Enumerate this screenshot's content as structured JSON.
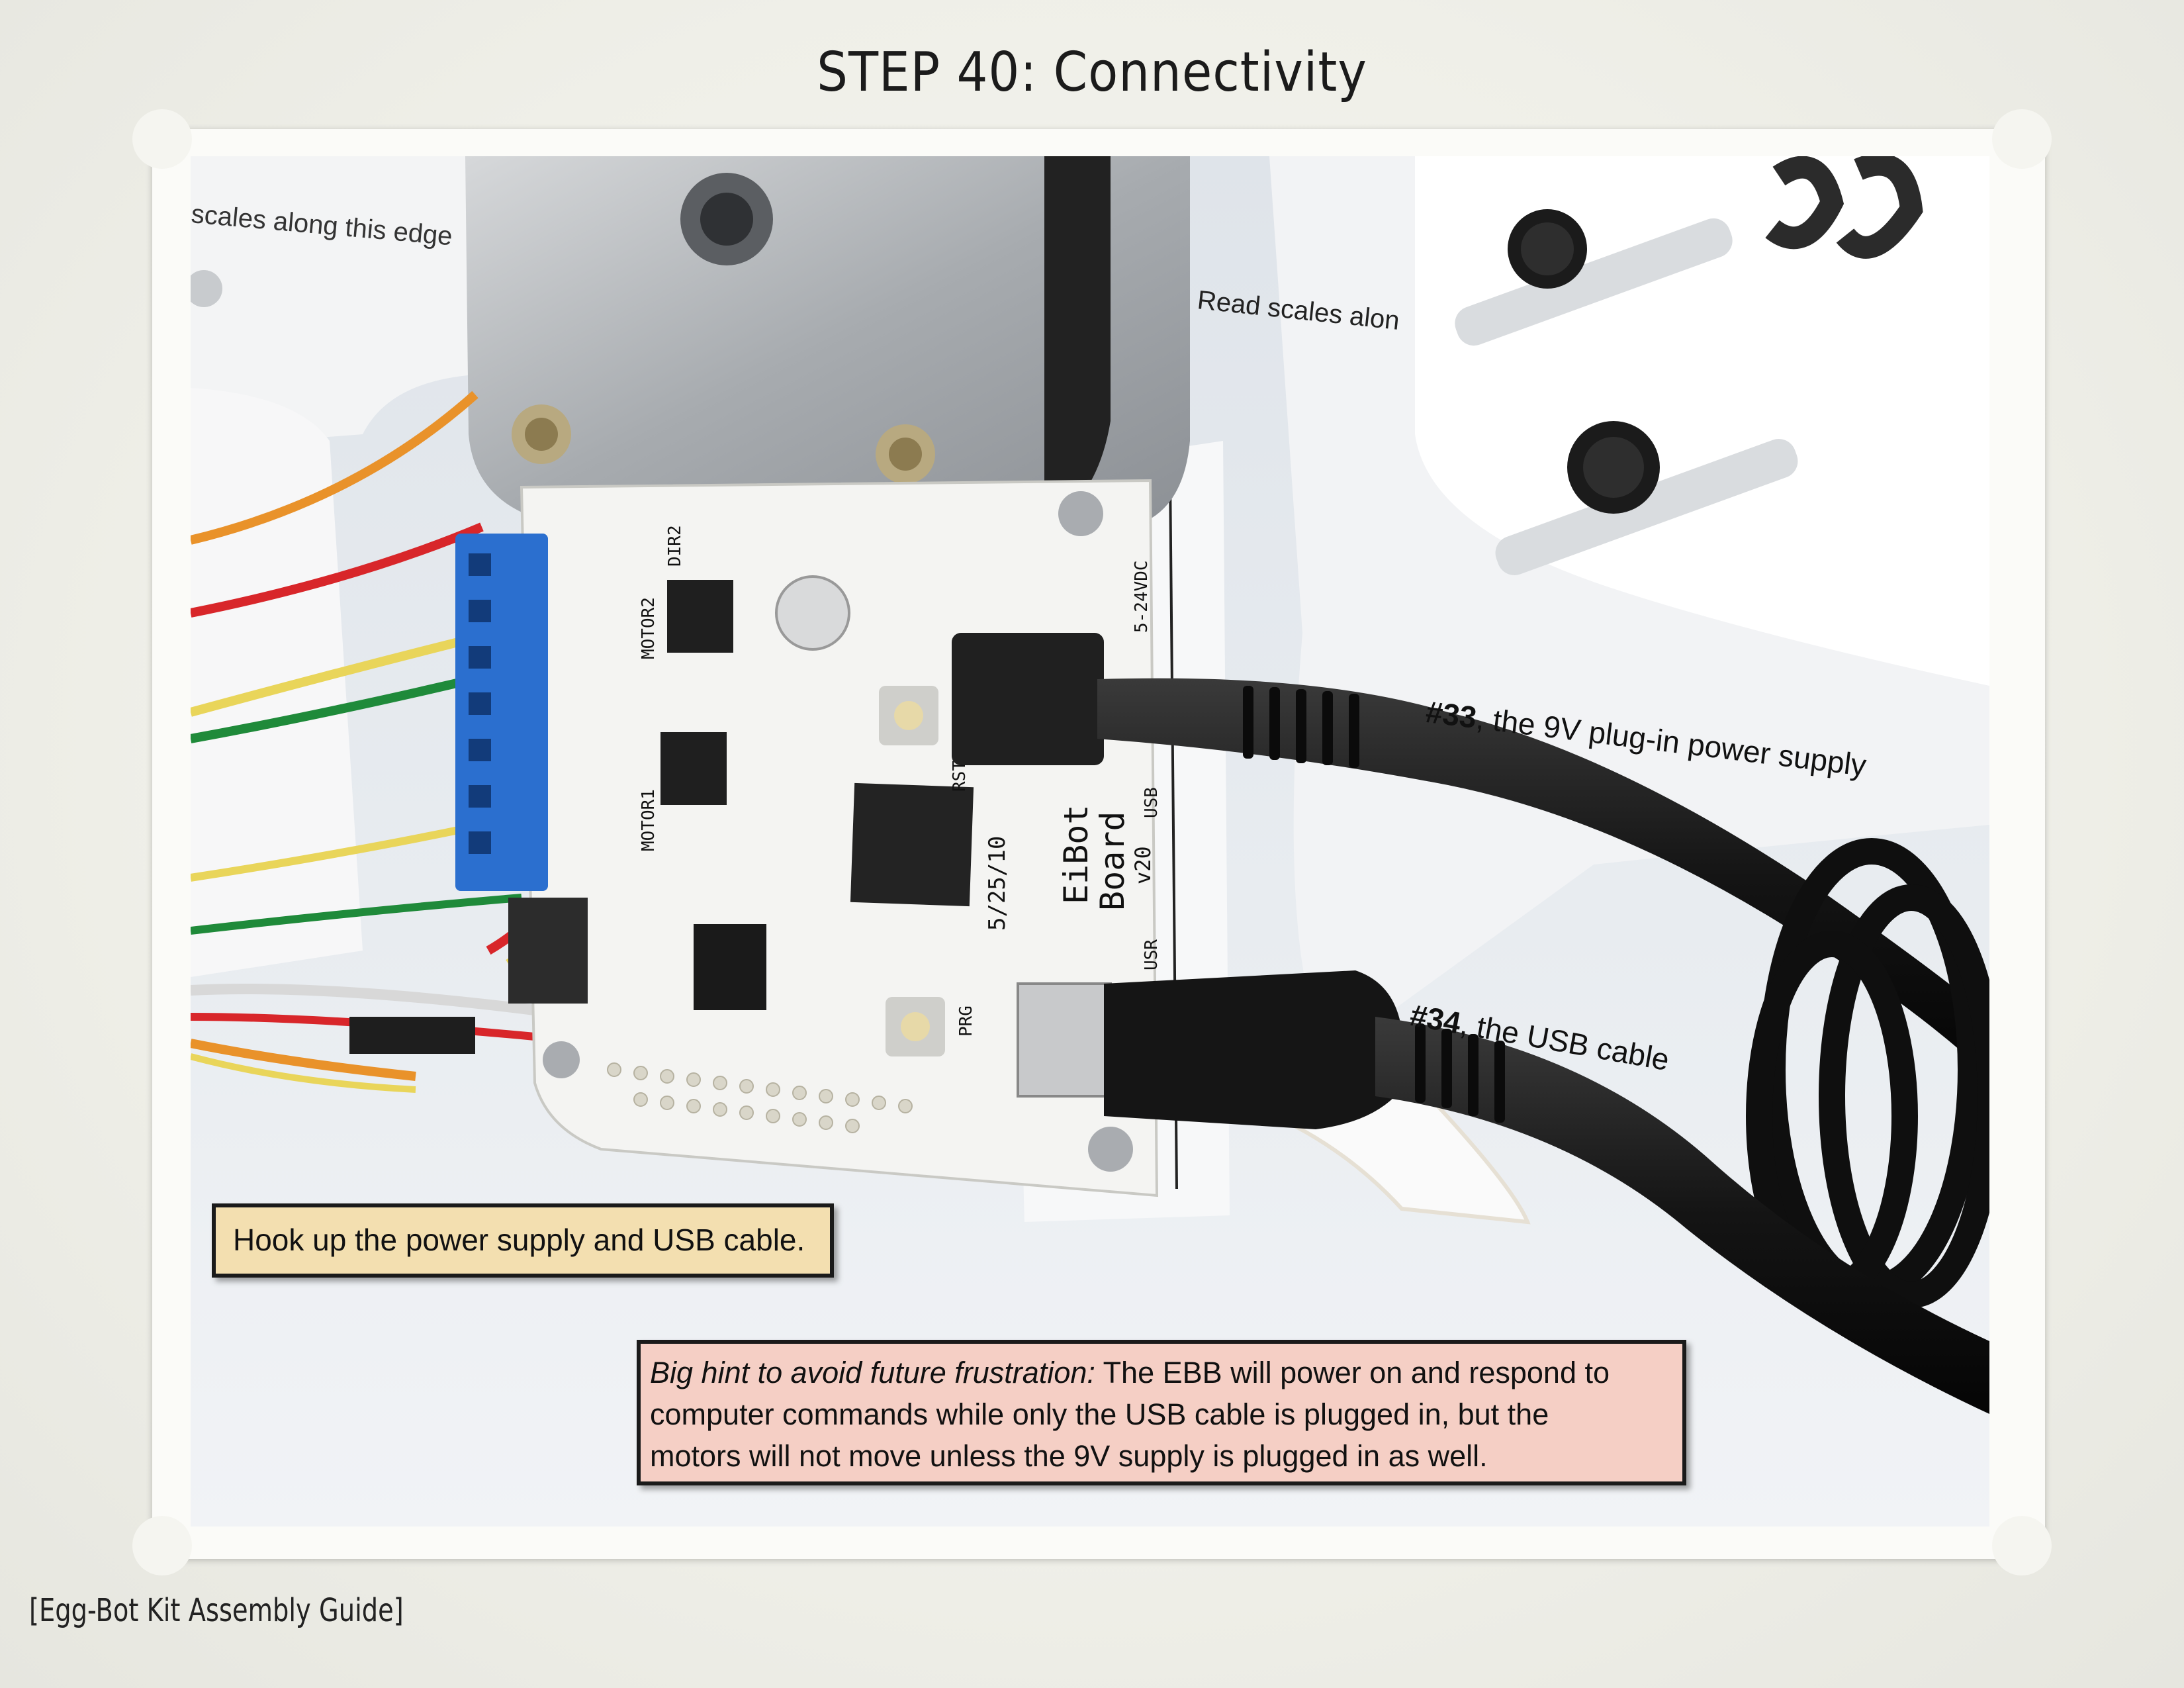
{
  "page": {
    "title": "STEP 40: Connectivity",
    "footer": "[Egg-Bot Kit Assembly Guide]"
  },
  "photo": {
    "labels": {
      "scales_edge": "scales along this edge",
      "read_scales": "Read scales alon",
      "board_name": "EiBot",
      "board_name2": "Board",
      "board_version": "v20",
      "board_date": "5/25/10",
      "motor1": "MOTOR1",
      "motor2": "MOTOR2",
      "dir2": "DIR2",
      "usb": "USB",
      "usr": "USR",
      "prg": "PRG",
      "rst": "RST",
      "voltage": "5-24VDC"
    },
    "annotations": {
      "power_num": "#33",
      "power_text": ", the 9V plug-in power supply",
      "usb_num": "#34",
      "usb_text": ", the USB cable"
    }
  },
  "callouts": {
    "hookup": "Hook up the power supply and USB cable.",
    "hint_lead": "Big hint to avoid future frustration:",
    "hint_line1": " The EBB will power on and respond to",
    "hint_line2": "computer commands while only the USB cable is plugged in, but the",
    "hint_line3": "motors will not move unless the 9V supply is plugged in as well."
  }
}
